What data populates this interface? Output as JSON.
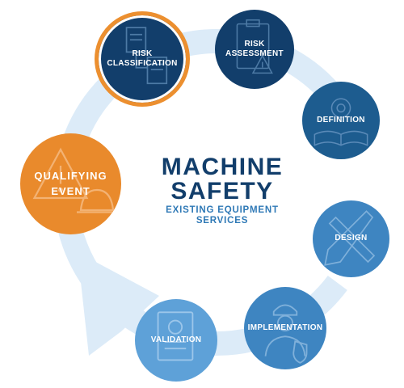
{
  "center": {
    "title": "MACHINE\nSAFETY",
    "subtitle": "EXISTING EQUIPMENT\nSERVICES"
  },
  "steps": {
    "risk_classification": "RISK\nCLASSIFICATION",
    "risk_assessment": "RISK\nASSESSMENT",
    "definition": "DEFINITION",
    "design": "DESIGN",
    "implementation": "IMPLEMENTATION",
    "validation": "VALIDATION",
    "qualifying_event": "QUALIFYING\nEVENT"
  },
  "colors": {
    "navy": "#123e6b",
    "steel": "#1d5c8f",
    "sky": "#3e85c1",
    "light_blue": "#5ea1d8",
    "orange": "#e98a2c",
    "ring": "#dcebf8"
  },
  "icons": {
    "risk_classification": "document-hierarchy-icon",
    "risk_assessment": "clipboard-warning-icon",
    "definition": "gear-book-icon",
    "design": "ruler-pencil-icon",
    "implementation": "worker-shield-icon",
    "validation": "certificate-icon",
    "qualifying_event": "warning-triangle-icon"
  }
}
